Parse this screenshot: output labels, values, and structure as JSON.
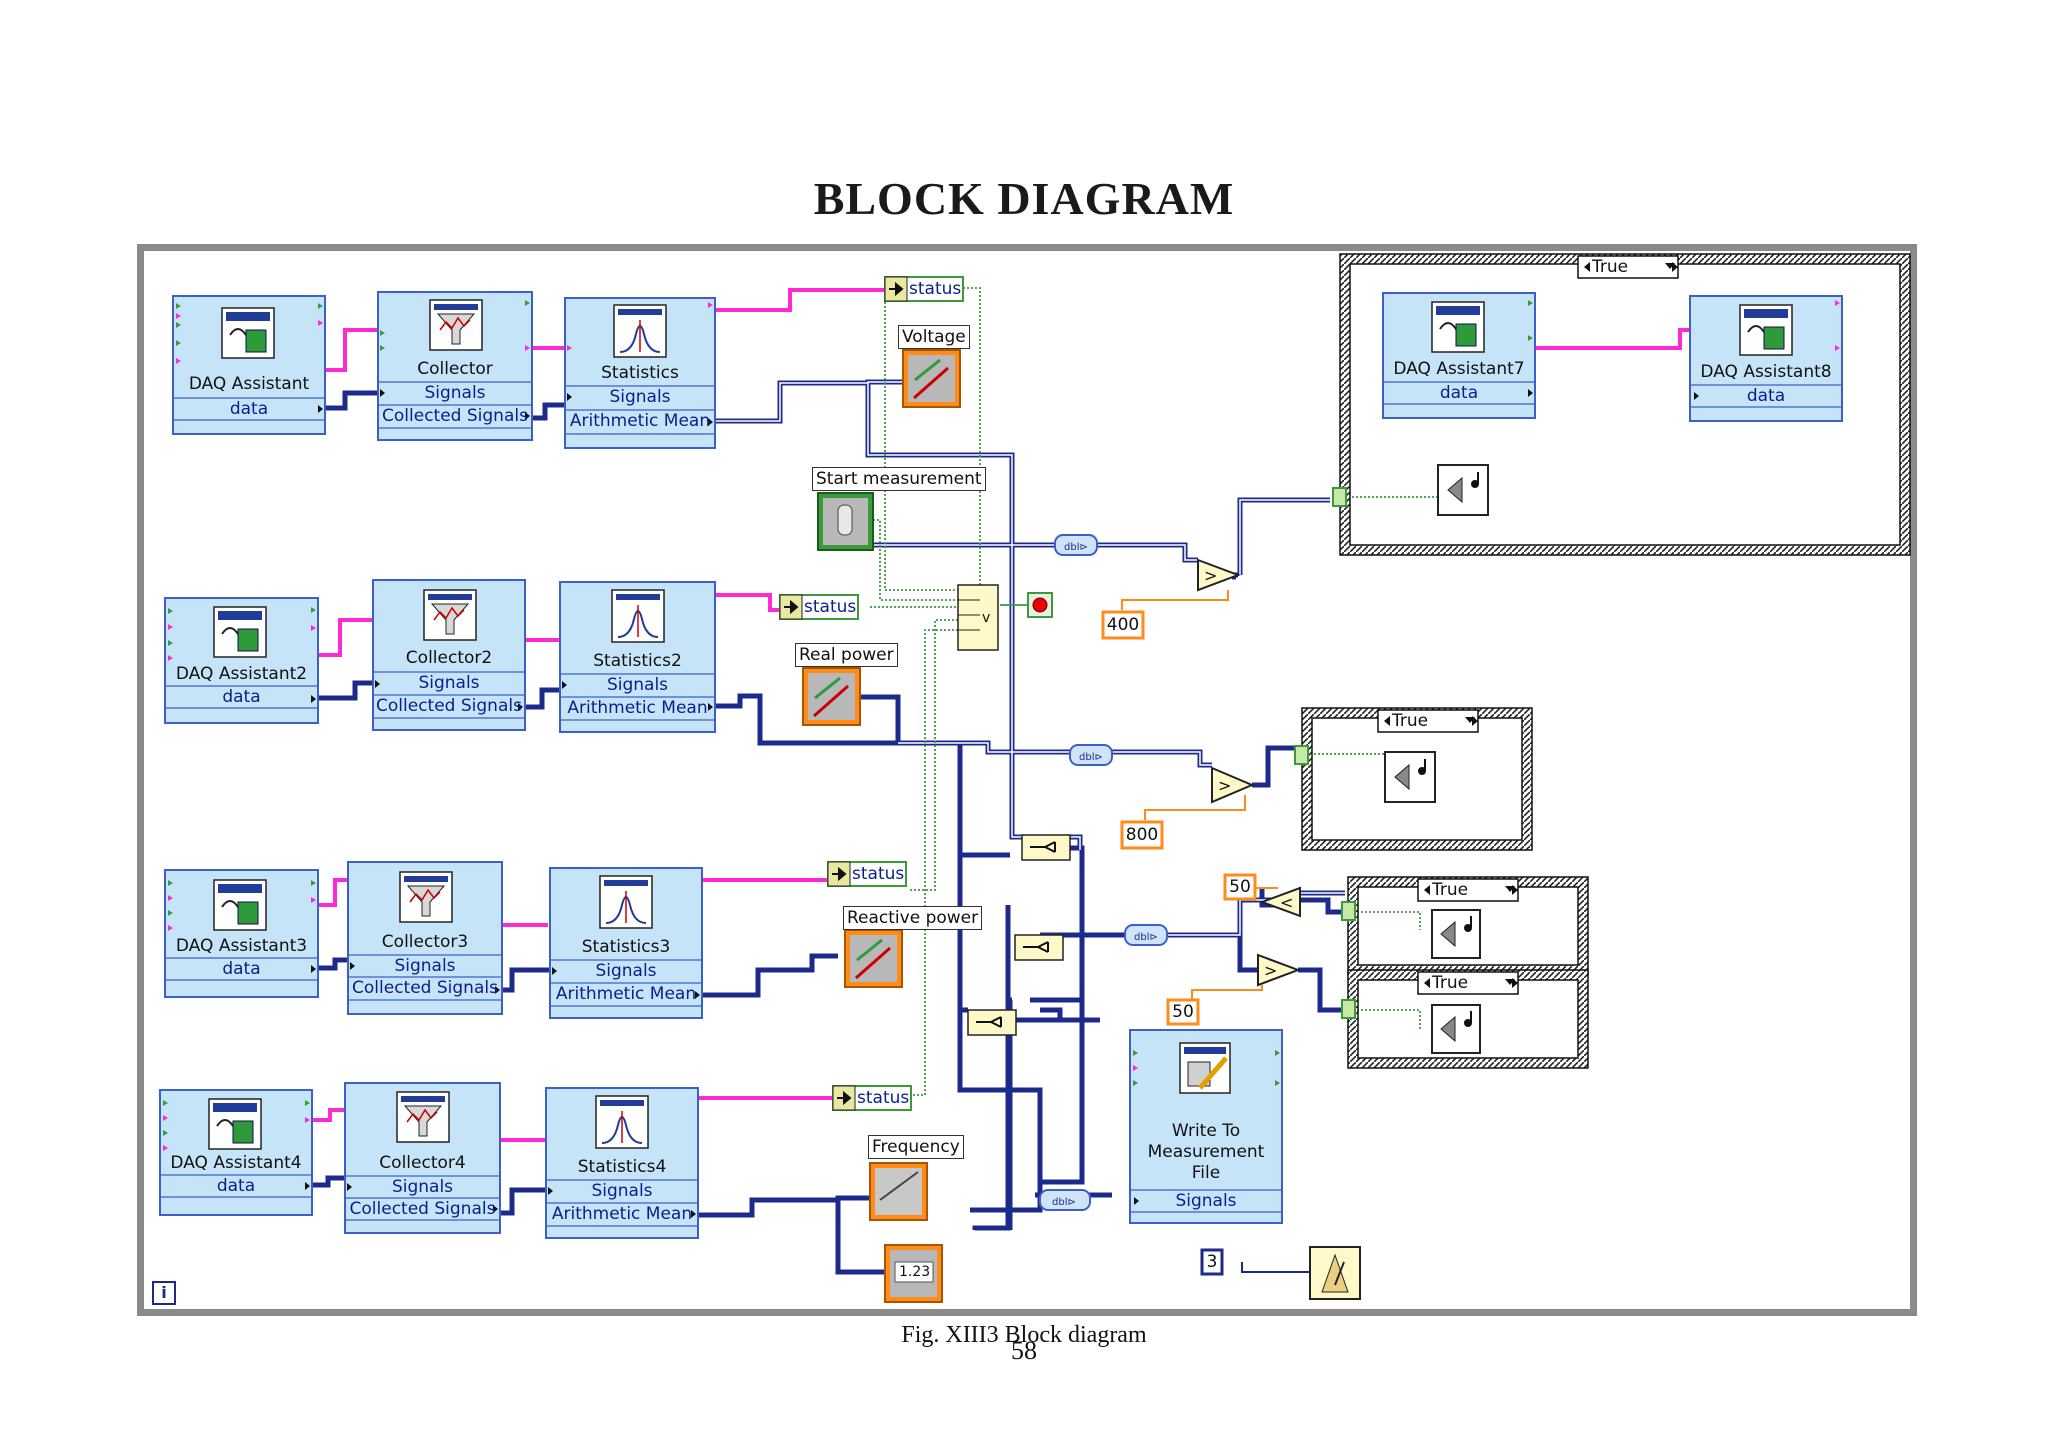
{
  "page": {
    "title": "BLOCK DIAGRAM",
    "caption": "Fig. XIII3 Block diagram",
    "page_number": "58"
  },
  "diagram": {
    "rows": [
      {
        "daq": "DAQ Assistant",
        "daq_out": "data",
        "collector": "Collector",
        "collector_in": "Signals",
        "collector_out": "Collected Signals",
        "statistics": "Statistics",
        "stats_in": "Signals",
        "stats_out": "Arithmetic Mean",
        "status": "status",
        "indicator": "Voltage"
      },
      {
        "daq": "DAQ Assistant2",
        "daq_out": "data",
        "collector": "Collector2",
        "collector_in": "Signals",
        "collector_out": "Collected Signals",
        "statistics": "Statistics2",
        "stats_in": "Signals",
        "stats_out": "Arithmetic Mean",
        "status": "status",
        "indicator": "Real power"
      },
      {
        "daq": "DAQ Assistant3",
        "daq_out": "data",
        "collector": "Collector3",
        "collector_in": "Signals",
        "collector_out": "Collected Signals",
        "statistics": "Statistics3",
        "stats_in": "Signals",
        "stats_out": "Arithmetic Mean",
        "status": "status",
        "indicator": "Reactive power"
      },
      {
        "daq": "DAQ Assistant4",
        "daq_out": "data",
        "collector": "Collector4",
        "collector_in": "Signals",
        "collector_out": "Collected Signals",
        "statistics": "Statistics4",
        "stats_in": "Signals",
        "stats_out": "Arithmetic Mean",
        "status": "status",
        "indicator": "Frequency"
      }
    ],
    "start_measurement": "Start measurement",
    "case_structures": [
      {
        "selector": "True",
        "daq_a": "DAQ Assistant7",
        "daq_a_out": "data",
        "daq_b": "DAQ Assistant8",
        "daq_b_out": "data"
      },
      {
        "selector": "True"
      },
      {
        "selector": "True"
      },
      {
        "selector": "True"
      }
    ],
    "constants": {
      "c400": "400",
      "c800": "800",
      "c50a": "50",
      "c50b": "50",
      "wait_ms": "3"
    },
    "write_file": {
      "line1": "Write To",
      "line2": "Measurement",
      "line3": "File",
      "input": "Signals"
    },
    "numeric_display": "1.23",
    "loop_iteration": "i"
  },
  "colors": {
    "node_fill": "#c6e4f8",
    "node_border": "#3c5fc8",
    "wire_dynamic": "#1c2a8c",
    "wire_error": "#ff2ad4",
    "wire_bool": "#3c9a3c",
    "constant_orange": "#ff8c1a",
    "case_border": "#1a1a1a"
  }
}
